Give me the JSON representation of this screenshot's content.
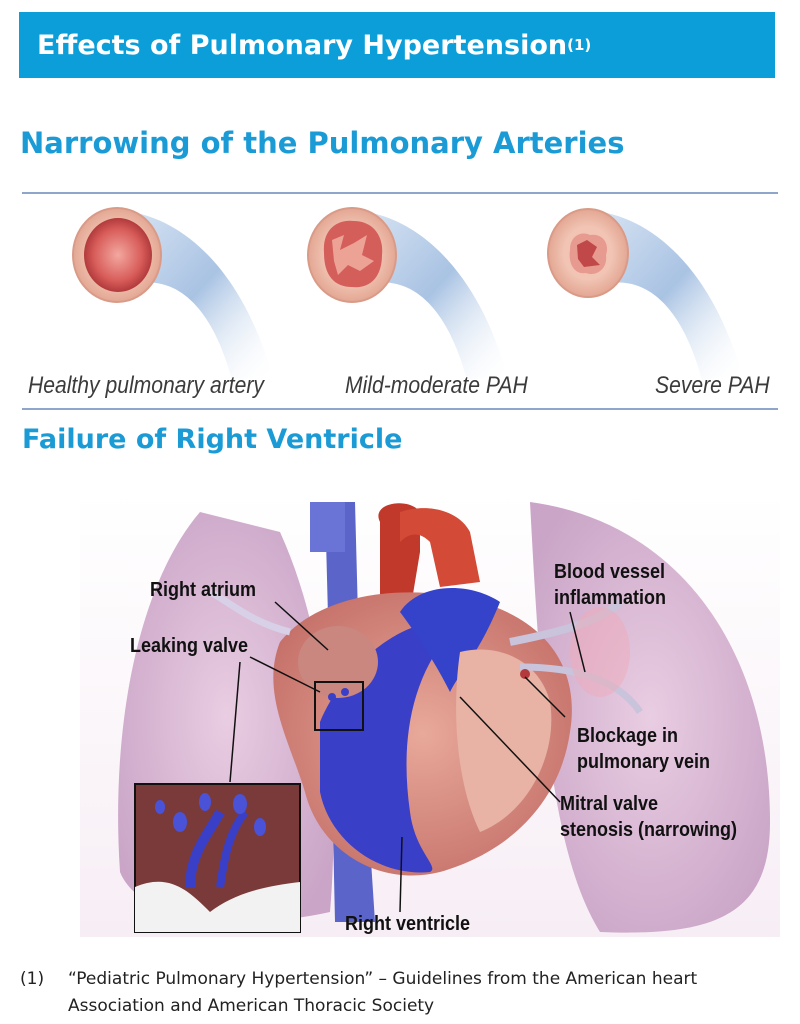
{
  "banner": {
    "title": "Effects of Pulmonary Hypertension",
    "ref": "(1)"
  },
  "section1": {
    "heading": "Narrowing of the Pulmonary Arteries",
    "captions": [
      "Healthy pulmonary artery",
      "Mild-moderate PAH",
      "Severe PAH"
    ]
  },
  "section2": {
    "heading": "Failure of Right Ventricle",
    "labels": {
      "right_atrium": "Right atrium",
      "leaking_valve": "Leaking valve",
      "blood_vessel_1": "Blood vessel",
      "blood_vessel_2": "inflammation",
      "blockage_1": "Blockage in",
      "blockage_2": "pulmonary vein",
      "mitral_1": "Mitral valve",
      "mitral_2": "stenosis (narrowing)",
      "right_ventricle": "Right ventricle"
    }
  },
  "footnote": {
    "number": "(1)",
    "text": "“Pediatric Pulmonary Hypertension” – Guidelines from the American heart Association and American Thoracic Society"
  },
  "colors": {
    "accent": "#0c9ed9",
    "heading": "#1b9bd6",
    "rule": "#8ea6cc"
  }
}
